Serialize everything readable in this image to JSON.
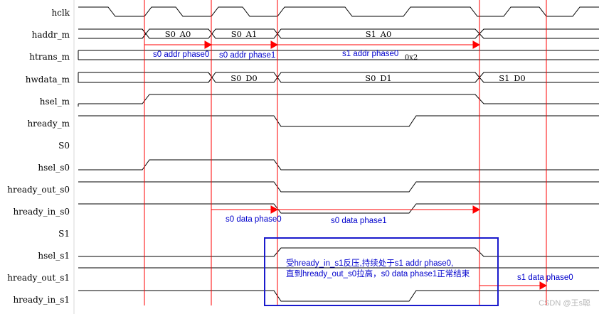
{
  "signals": [
    {
      "label": "hclk"
    },
    {
      "label": "haddr_m"
    },
    {
      "label": "htrans_m"
    },
    {
      "label": "hwdata_m"
    },
    {
      "label": "hsel_m"
    },
    {
      "label": "hready_m"
    },
    {
      "label": "S0"
    },
    {
      "label": "hsel_s0"
    },
    {
      "label": "hready_out_s0"
    },
    {
      "label": "hready_in_s0"
    },
    {
      "label": "S1"
    },
    {
      "label": "hsel_s1"
    },
    {
      "label": "hready_out_s1"
    },
    {
      "label": "hready_in_s1"
    }
  ],
  "bus_values": {
    "haddr": [
      "S0_A0",
      "S0_A1",
      "S1_A0"
    ],
    "hwdata": [
      "S0_D0",
      "S0_D1",
      "S1_D0"
    ],
    "htrans": "0x2"
  },
  "annotations": {
    "s0_addr_phase0": "s0 addr phase0",
    "s0_addr_phase1": "s0 addr phase1",
    "s1_addr_phase0": "s1 addr phase0",
    "s0_data_phase0": "s0 data phase0",
    "s0_data_phase1": "s0 data phase1",
    "s1_data_phase0": "s1 data phase0"
  },
  "note": {
    "line1": "受hready_in_s1反压,持续处于s1 addr phase0,",
    "line2": "直到hready_out_s0拉高，s0 data phase1正常结束"
  },
  "watermark": "CSDN @王s聪",
  "colors": {
    "wave": "#000000",
    "cycle_marker": "#ff0000",
    "annotation_text": "#0000cc",
    "note_border": "#1a1acc",
    "gutter": "#d8d8d8"
  }
}
